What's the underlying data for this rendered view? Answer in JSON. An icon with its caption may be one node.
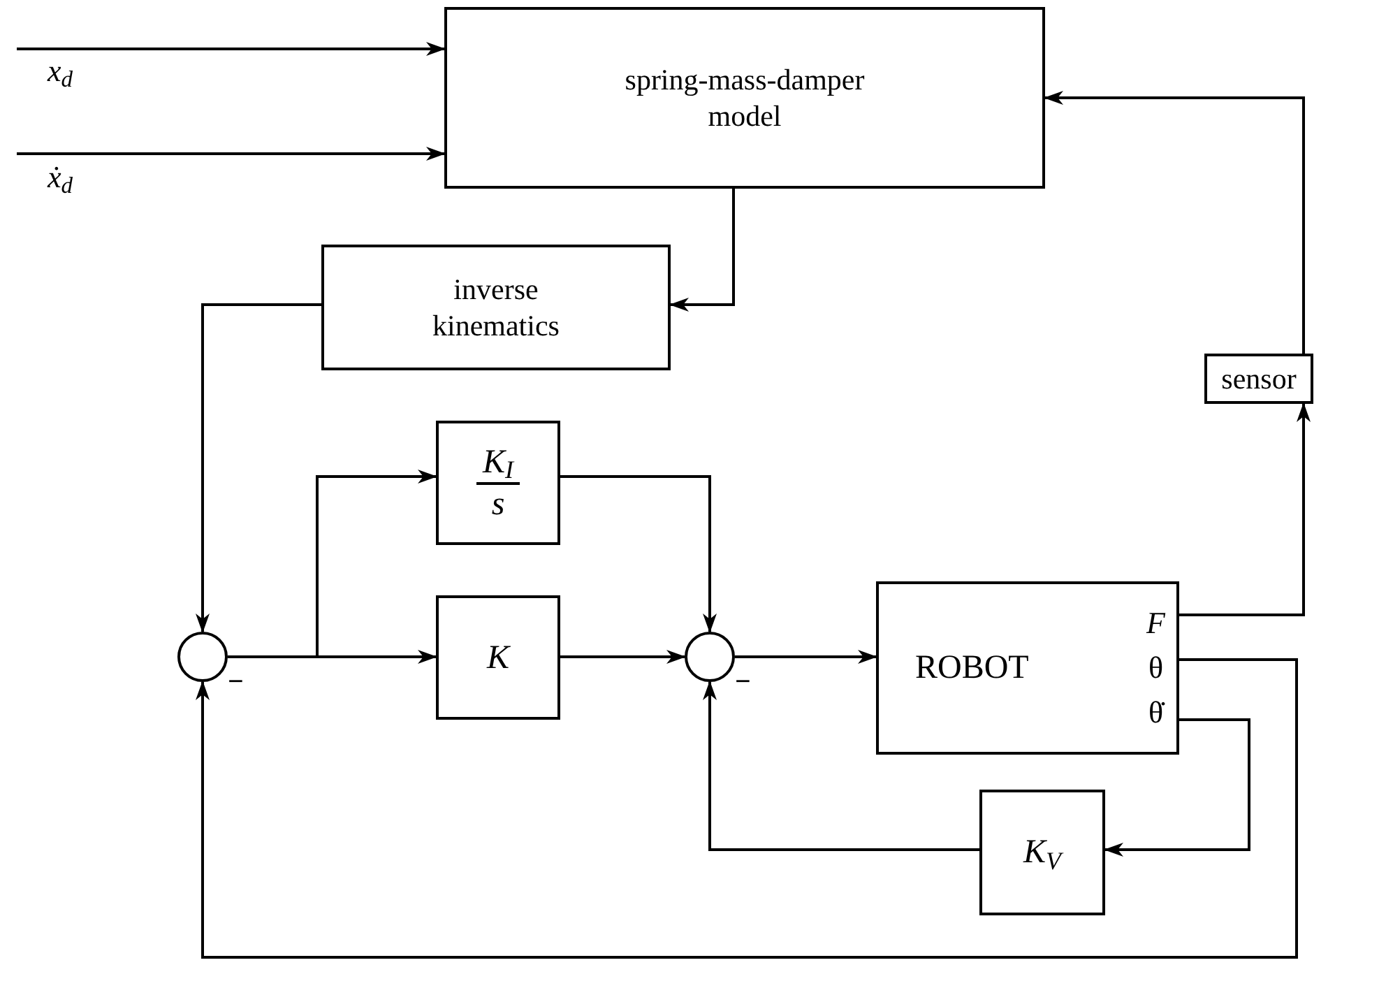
{
  "diagram": {
    "nodes": [
      {
        "text": [
          "spring-mass-damper model"
        ]
      },
      {
        "text": [
          "inverse kinematics"
        ]
      },
      {
        "text": [
          "sensor"
        ]
      },
      {
        "text": [],
        "shape": "circle",
        "beside": [
          "−"
        ]
      },
      {
        "text": [
          "K$_{I}$",
          "s"
        ]
      },
      {
        "text": [
          "K"
        ]
      },
      {
        "text": [],
        "shape": "circle",
        "beside": [
          "−"
        ]
      },
      {
        "text": [
          "ROBOT",
          "F",
          "θ",
          "θ̇"
        ]
      },
      {
        "text": [
          "K$_{V}$"
        ]
      }
    ],
    "edges": [
      {
        "from": null,
        "to": 0,
        "arrow": "to",
        "label": "x$_{d}$"
      },
      {
        "from": null,
        "to": 0,
        "arrow": "to",
        "label": "ẋ$_{d}$"
      },
      {
        "from": 0,
        "to": 1,
        "arrow": "to"
      },
      {
        "from": 1,
        "to": 3,
        "arrow": "to"
      },
      {
        "from": 3,
        "to": 5,
        "arrow": "to"
      },
      {
        "from": 3,
        "to": 4,
        "arrow": "to"
      },
      {
        "from": 4,
        "to": 6,
        "arrow": "to"
      },
      {
        "from": 5,
        "to": 6,
        "arrow": "to"
      },
      {
        "from": 6,
        "to": 7,
        "arrow": "to"
      },
      {
        "from": 7,
        "to": 2,
        "arrow": "to"
      },
      {
        "from": 2,
        "to": 0,
        "arrow": "to"
      },
      {
        "from": 7,
        "to": 8,
        "arrow": "to"
      },
      {
        "from": 8,
        "to": 6,
        "arrow": "to"
      },
      {
        "from": 7,
        "to": 3,
        "arrow": "to"
      }
    ]
  }
}
